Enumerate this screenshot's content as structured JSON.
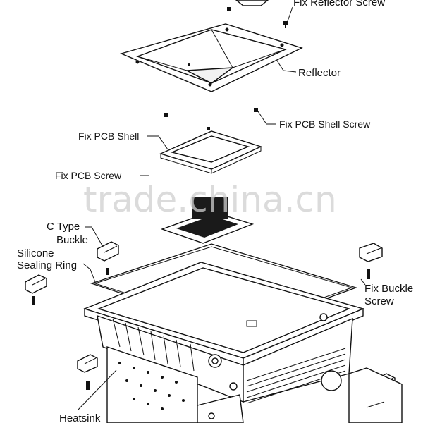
{
  "labels": {
    "fix_reflector_screw": "Fix Reflector Screw",
    "reflector": "Reflector",
    "fix_pcb_shell_screw": "Fix PCB Shell Screw",
    "fix_pcb_shell": "Fix PCB Shell",
    "fix_pcb_screw": "Fix PCB Screw",
    "c_type_buckle_line1": "C Type",
    "c_type_buckle_line2": "Buckle",
    "silicone_line1": "Silicone",
    "silicone_line2": "Sealing Ring",
    "fix_buckle_screw_line1": "Fix Buckle",
    "fix_buckle_screw_line2": "Screw",
    "heatsink": "Heatsink"
  },
  "watermark": "trade.china.cn",
  "colors": {
    "line": "#111111",
    "pcb_dark": "#1a1a1a",
    "watermark": "#cfcfcf"
  }
}
